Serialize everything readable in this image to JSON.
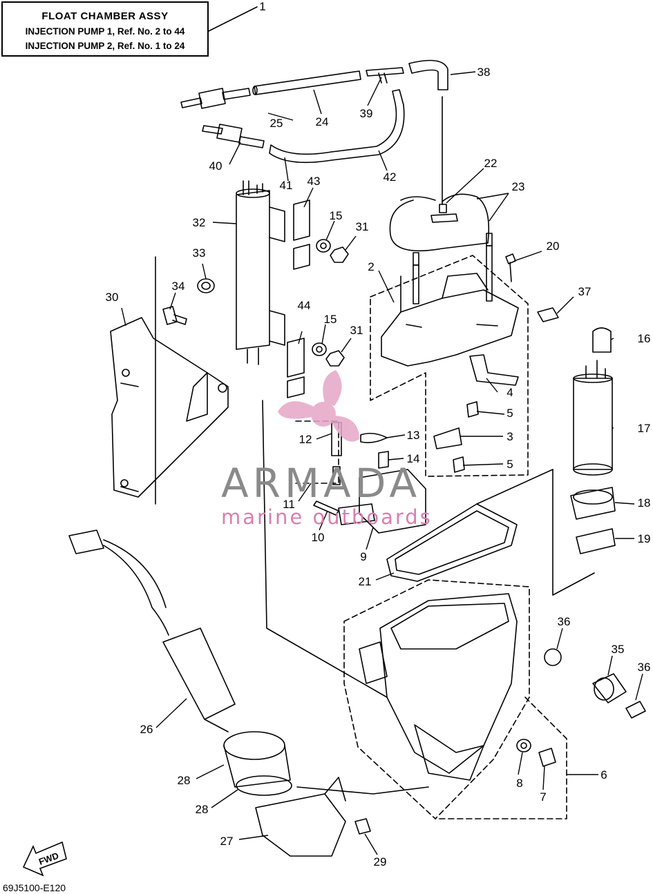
{
  "title_box": {
    "line1": "FLOAT  CHAMBER ASSY",
    "line2": "INJECTION PUMP 1,  Ref. No. 2 to 44",
    "line3": "INJECTION PUMP 2,  Ref. No. 1 to 24"
  },
  "drawing_code": "69J5100-E120",
  "fwd_label": "FWD",
  "watermark": {
    "brand": "ARMADA",
    "tagline": "marine outboards"
  },
  "callouts": [
    "1",
    "2",
    "3",
    "4",
    "5",
    "5",
    "6",
    "7",
    "8",
    "9",
    "10",
    "11",
    "12",
    "13",
    "14",
    "15",
    "15",
    "16",
    "17",
    "18",
    "19",
    "20",
    "21",
    "22",
    "23",
    "24",
    "25",
    "26",
    "27",
    "28",
    "28",
    "29",
    "30",
    "31",
    "31",
    "32",
    "33",
    "34",
    "35",
    "36",
    "36",
    "37",
    "38",
    "39",
    "40",
    "41",
    "42",
    "43",
    "44"
  ],
  "colors": {
    "line": "#000000",
    "watermark_pink": "#e6a6c8",
    "watermark_gray": "#8a8a8a"
  }
}
